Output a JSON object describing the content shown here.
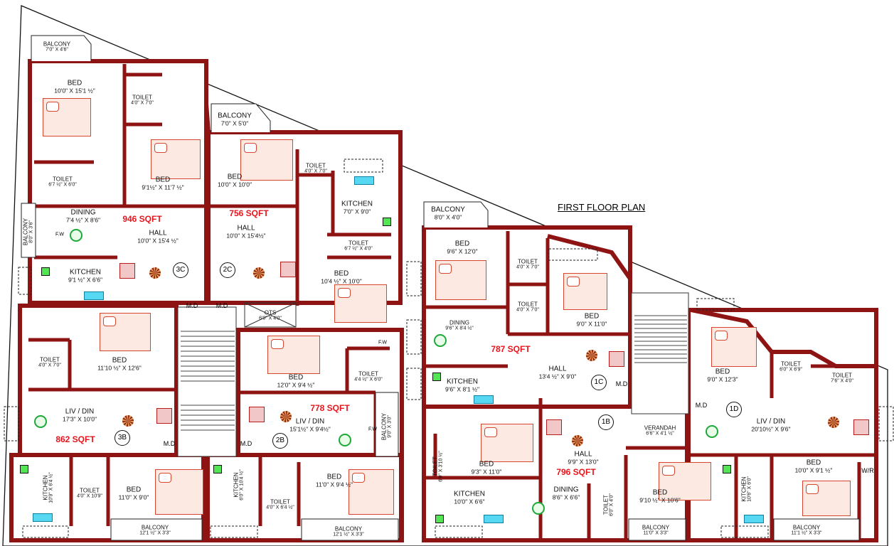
{
  "plan_title": "FIRST FLOOR PLAN",
  "colors": {
    "wall": "#8e1414",
    "wall_fill": "#b22a2a",
    "sqft_text": "#e8141c",
    "dining_table": "#1eaa3a",
    "sink": "#56d8f2"
  },
  "rooms": [
    {
      "name": "BALCONY",
      "dim": "7'0\" X 4'6\""
    },
    {
      "name": "BED",
      "dim": "10'0\" X 15'1 ½\""
    },
    {
      "name": "TOILET",
      "dim": "4'0\" X 7'0\""
    },
    {
      "name": "BED",
      "dim": "9'1½\" X 11'7 ½\""
    },
    {
      "name": "TOILET",
      "dim": "6'7 ½\" X 6'0\""
    },
    {
      "name": "DINING",
      "dim": "7'4 ½\" X 8'6\""
    },
    {
      "name": "HALL",
      "dim": "10'0\" X 15'4 ½\""
    },
    {
      "name": "BALCONY",
      "dim": "8'0\" X 3'6\""
    },
    {
      "name": "KITCHEN",
      "dim": "9'1 ½\" X 6'6\""
    },
    {
      "name": "BALCONY",
      "dim": "7'0\" X 5'0\""
    },
    {
      "name": "BED",
      "dim": "10'0\" X 10'0\""
    },
    {
      "name": "TOILET",
      "dim": "4'0\" X 7'0\""
    },
    {
      "name": "KITCHEN",
      "dim": "7'0\" X 9'0\""
    },
    {
      "name": "HALL",
      "dim": "10'0\" X 15'4½\""
    },
    {
      "name": "TOILET",
      "dim": "6'7 ½\" X 4'0\""
    },
    {
      "name": "BED",
      "dim": "10'4 ½\" X 10'0\""
    },
    {
      "name": "OTS",
      "dim": "6'0\" X 4'0\""
    },
    {
      "name": "BED",
      "dim": "11'10 ½\" X 12'6\""
    },
    {
      "name": "TOILET",
      "dim": "4'0\" X 7'0\""
    },
    {
      "name": "LIV / DIN",
      "dim": "17'3\" X 10'0\""
    },
    {
      "name": "KITCHEN",
      "dim": "10'9\" X 6'4 ½\""
    },
    {
      "name": "TOILET",
      "dim": "4'0\" X 10'9\""
    },
    {
      "name": "BED",
      "dim": "11'0\" X 9'0\""
    },
    {
      "name": "BALCONY",
      "dim": "12'1 ½\" X 3'3\""
    },
    {
      "name": "BED",
      "dim": "12'0\" X 9'4 ½\""
    },
    {
      "name": "TOILET",
      "dim": "4'4 ½\" X 6'0\""
    },
    {
      "name": "LIV / DIN",
      "dim": "15'1½\" X 9'4½\""
    },
    {
      "name": "BALCONY",
      "dim": "9'0\" X 3'0\""
    },
    {
      "name": "KITCHEN",
      "dim": "6'0\" X 10'4 ½\""
    },
    {
      "name": "TOILET",
      "dim": "4'0\" X 6'4 ½\""
    },
    {
      "name": "BED",
      "dim": "11'0\" X 9'4 ½\""
    },
    {
      "name": "BALCONY",
      "dim": "12'1 ½\" X 3'3\""
    },
    {
      "name": "BALCONY",
      "dim": "8'0\" X 4'0\""
    },
    {
      "name": "BED",
      "dim": "9'6\" X 12'0\""
    },
    {
      "name": "TOILET",
      "dim": "4'0\" X 7'0\""
    },
    {
      "name": "TOILET",
      "dim": "4'0\" X 7'0\""
    },
    {
      "name": "BED",
      "dim": "9'0\" X 11'0\""
    },
    {
      "name": "DINING",
      "dim": "9'6\" X 8'4 ½\""
    },
    {
      "name": "HALL",
      "dim": "13'4 ½\" X 9'0\""
    },
    {
      "name": "KITCHEN",
      "dim": "9'6\" X 8'1 ½\""
    },
    {
      "name": "TOILET",
      "dim": "6'0\" X 3'10 ½\""
    },
    {
      "name": "BED",
      "dim": "9'3\" X 11'0\""
    },
    {
      "name": "HALL",
      "dim": "9'9\" X 13'0\""
    },
    {
      "name": "KITCHEN",
      "dim": "10'0\" X 6'6\""
    },
    {
      "name": "DINING",
      "dim": "8'6\" X 6'6\""
    },
    {
      "name": "TOILET",
      "dim": "6'0\" X 4'0\""
    },
    {
      "name": "BED",
      "dim": "9'10 ½\" X 10'6\""
    },
    {
      "name": "BALCONY",
      "dim": "11'0\" X 3'3\""
    },
    {
      "name": "VERANDAH",
      "dim": "6'6\" X 4'1 ½\""
    },
    {
      "name": "BED",
      "dim": "9'0\" X 12'3\""
    },
    {
      "name": "TOILET",
      "dim": "6'0\" X 6'9\""
    },
    {
      "name": "TOILET",
      "dim": "7'6\" X 4'0\""
    },
    {
      "name": "LIV / DIN",
      "dim": "20'10½\" X 9'6\""
    },
    {
      "name": "KITCHEN",
      "dim": "10'6\" X 6'0\""
    },
    {
      "name": "BED",
      "dim": "10'0\" X 9'1 ½\""
    },
    {
      "name": "BALCONY",
      "dim": "11'1 ½\" X 3'3\""
    }
  ],
  "labels": {
    "wir": "W/R",
    "fw_1": "F.W",
    "fw_2": "F.W",
    "fw_3": "F.W",
    "md_1": "M.D",
    "md_2": "M.D",
    "md_3": "M.D",
    "md_4": "M.D",
    "md_5": "M.D",
    "md_6": "M.D"
  },
  "areas": [
    {
      "label": "946 SQFT"
    },
    {
      "label": "756 SQFT"
    },
    {
      "label": "862 SQFT"
    },
    {
      "label": "778 SQFT"
    },
    {
      "label": "787 SQFT"
    },
    {
      "label": "796 SQFT"
    }
  ],
  "units": [
    {
      "tag": "3C"
    },
    {
      "tag": "2C"
    },
    {
      "tag": "3B"
    },
    {
      "tag": "2B"
    },
    {
      "tag": "1C"
    },
    {
      "tag": "1B"
    },
    {
      "tag": "1D"
    }
  ]
}
